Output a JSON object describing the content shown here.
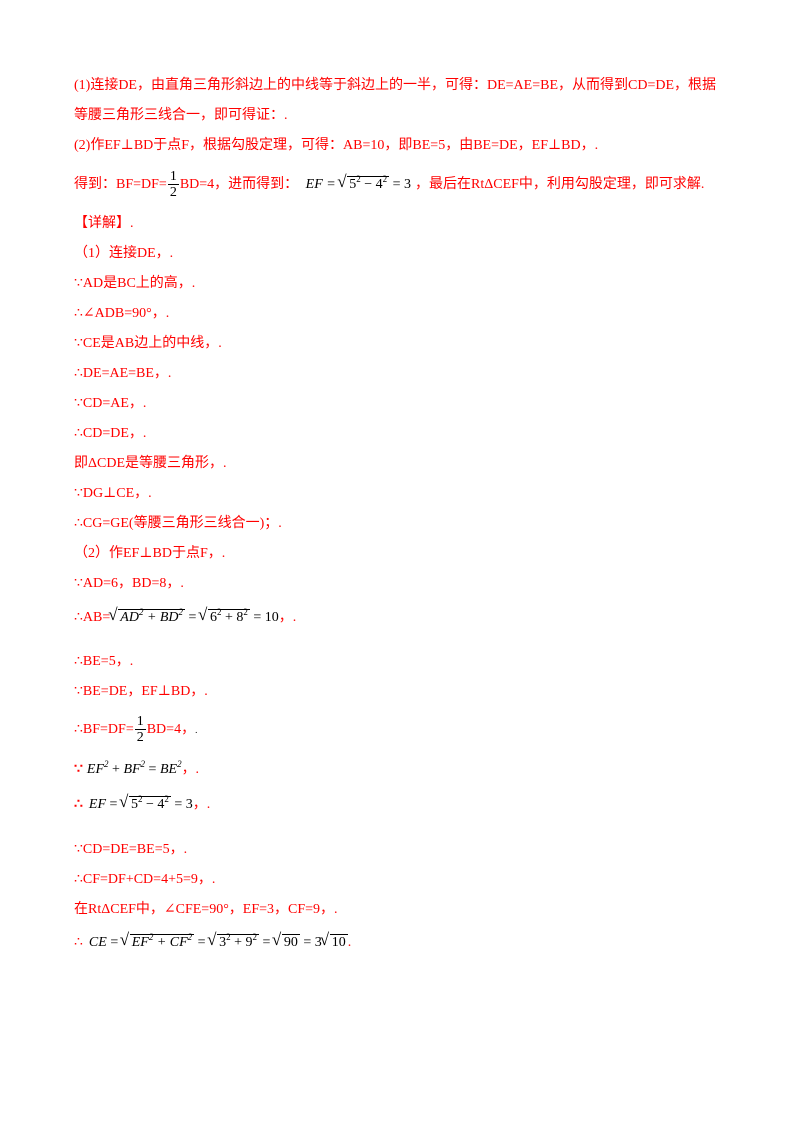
{
  "lines": {
    "l1": "(1)连接DE，由直角三角形斜边上的中线等于斜边上的一半，可得：DE=AE=BE，从而得到CD=DE，根据",
    "l2": "等腰三角形三线合一，即可得证：.",
    "l3": "(2)作EF⊥BD于点F，根据勾股定理，可得：AB=10，即BE=5，由BE=DE，EF⊥BD，.",
    "l4a": "得到：BF=DF=",
    "l4b": "BD=4，进而得到：",
    "l4c": "，最后在RtΔCEF中，利用勾股定理，即可求解.",
    "l5": "【详解】.",
    "l6": "（1）连接DE，.",
    "l7": "∵AD是BC上的高，.",
    "l8": "∴∠ADB=90°，.",
    "l9": "∵CE是AB边上的中线，.",
    "l10": "∴DE=AE=BE，.",
    "l11": "∵CD=AE，.",
    "l12": "∴CD=DE，.",
    "l13": "即ΔCDE是等腰三角形，.",
    "l14": "∵DG⊥CE，.",
    "l15": "∴CG=GE(等腰三角形三线合一)；.",
    "l16": "（2）作EF⊥BD于点F，.",
    "l17": "∵AD=6，BD=8，.",
    "l18a": "∴AB=",
    "l18b": "，.",
    "l19": "∴BE=5，.",
    "l20": "∵BE=DE，EF⊥BD，.",
    "l21a": "∴BF=DF=",
    "l21b": "BD=4，",
    "l21c": ".",
    "l22a": "∵",
    "l22b": "，.",
    "l23a": "∴",
    "l23b": "，.",
    "l24": "∵CD=DE=BE=5，.",
    "l25": "∴CF=DF+CD=4+5=9，.",
    "l26": "在RtΔCEF中，∠CFE=90°，EF=3，CF=9，.",
    "l27a": "∴",
    "l27b": "."
  },
  "math": {
    "half_num": "1",
    "half_den": "2",
    "ef_eq": "EF = √(5² − 4²) = 3",
    "ab_eq": "√(AD² + BD²) = √(6² + 8²) = 10",
    "pyth_eq": "EF² + BF² = BE²",
    "ce_eq": "CE = √(EF² + CF²) = √(3² + 9²) = √90 = 3√10"
  },
  "colors": {
    "text": "#ff0000",
    "math": "#000000",
    "background": "#ffffff"
  }
}
